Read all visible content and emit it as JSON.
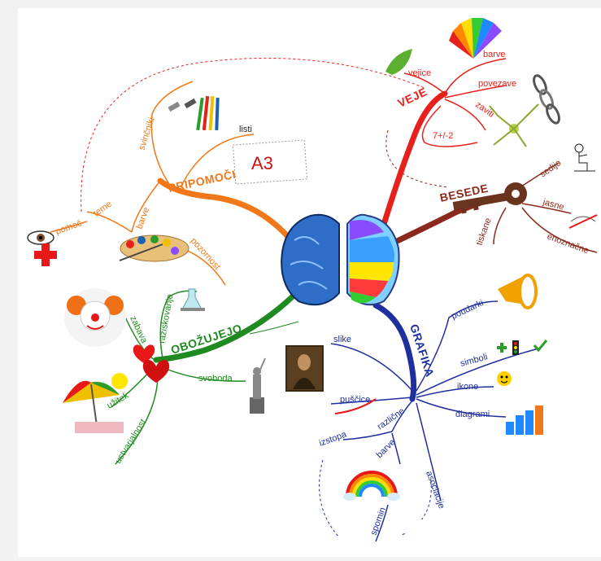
{
  "center": {
    "brain_left_color": "#1f5fb4",
    "brain_right_colors": [
      "#ff3b3b",
      "#ffb000",
      "#ffe600",
      "#33cc33",
      "#3aa0ff",
      "#8a4bff"
    ]
  },
  "branches": {
    "veje": {
      "label": "VEJE",
      "color": "#e8201c",
      "items": {
        "vejice": "vejice",
        "barve": "barve",
        "povezave": "povezave",
        "zaviti": "zaviti",
        "sevenpm": "7+/-2"
      }
    },
    "besede": {
      "label": "BESEDE",
      "color": "#8b2a1c",
      "items": {
        "sedijo": "sedijo",
        "jasne": "jasne",
        "tiskane": "tiskane",
        "enoznacne": "enoznačne"
      }
    },
    "grafika": {
      "label": "GRAFIKA",
      "color": "#1f2fa0",
      "items": {
        "poudarki": "poudarki",
        "simboli": "simboli",
        "ikone": "ikone",
        "diagrami": "diagrami",
        "slike": "slike",
        "puscice": "puščice",
        "razlicne": "različne",
        "barve": "barve",
        "izstopa": "izstopa",
        "asociacije": "asociacije",
        "spomin": "spomin"
      }
    },
    "obozujejo": {
      "label": "OBOŽUJEJO",
      "color": "#1f8a1f",
      "items": {
        "raziskovanje": "raziskovanje",
        "zabava": "zabava",
        "svoboda": "svoboda",
        "uzitek": "užitek",
        "ustvarjalnost": "ustvarjalnost"
      }
    },
    "pripomocki": {
      "label": "PRIPOMOČKI",
      "color": "#f07818",
      "items": {
        "svincniki": "svinčniki",
        "listi": "listi",
        "a3": "A3",
        "barve": "barve",
        "teme": "teme",
        "pomoc": "pomoč",
        "pozornost": "pozornost"
      }
    }
  }
}
